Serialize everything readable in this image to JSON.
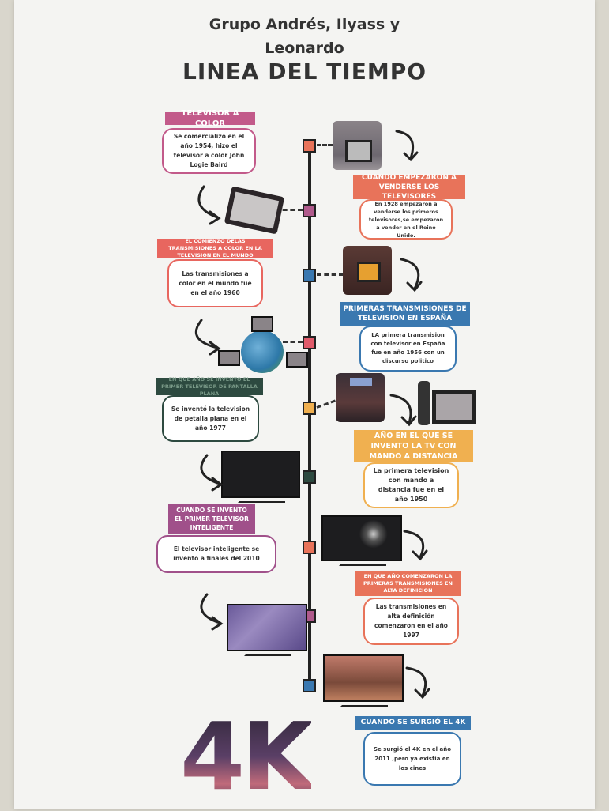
{
  "header": {
    "group_line1": "Grupo Andrés, Ilyass y",
    "group_line2": "Leonardo",
    "title": "LINEA DEL TIEMPO"
  },
  "events": [
    {
      "label": "TELEVISOR A COLOR",
      "text": "Se comercializo en el año 1954, hizo el televisor a color  John  Logie Baird",
      "color": "#c25a8a"
    },
    {
      "label": "CUANDO EMPEZARON A VENDERSE LOS TELEVISORES",
      "text": "En 1928 empezaron a venderse los primeros televisores,se empezaron a vender en el Reino Unido.",
      "color": "#e8735a"
    },
    {
      "label": "EL COMIENZO DELAS TRANSMISIONES A COLOR EN LA TELEVISION EN EL MUNDO",
      "text": "Las transmisiones a color en el mundo fue en el año 1960",
      "color": "#e8665f"
    },
    {
      "label": "PRIMERAS TRANSMISIONES DE TELEVISION EN ESPAÑA",
      "text": "LA primera transmision con televisor en España fue en año 1956 con un discurso politico",
      "color": "#3a78b0"
    },
    {
      "label": "EN QUE AÑO SE INVENTO EL PRIMER TELEVISOR DE PANTALLA PLANA",
      "text": "Se inventó la television de petalla plana en el año 1977",
      "color": "#2d4a40"
    },
    {
      "label": "AÑO EN EL QUE SE INVENTO LA TV CON MANDO A DISTANCIA",
      "text": "La primera television con mando a distancia fue en el año 1950",
      "color": "#f0b050"
    },
    {
      "label": "CUANDO SE INVENTO EL PRIMER TELEVISOR INTELIGENTE",
      "text": "El televisor inteligente se invento a finales del 2010",
      "color": "#a0508a"
    },
    {
      "label": "EN QUE AÑO COMENZARON LA PRIMERAS TRANSMISIONES EN ALTA DEFINICION",
      "text": "Las transmisiones en alta definición comenzaron en el año 1997",
      "color": "#e8735a"
    },
    {
      "label": "CUANDO SE SURGIÓ EL 4K",
      "text": "Se surgió el 4K en el año 2011 ,pero ya existia en los cines",
      "color": "#3a78b0"
    }
  ],
  "big_text": "4K",
  "node_colors": [
    "#e8735a",
    "#b05a8c",
    "#3a78b0",
    "#e05a6a",
    "#f0b050",
    "#2d4a40",
    "#e8735a",
    "#b05a8c",
    "#3a78b0"
  ]
}
